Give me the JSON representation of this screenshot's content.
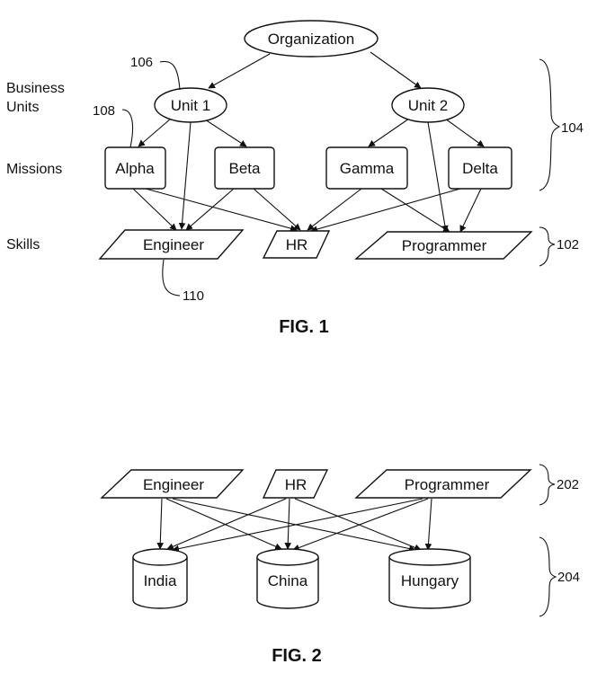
{
  "fig1": {
    "caption": "FIG. 1",
    "row_labels": {
      "business_units_1": "Business",
      "business_units_2": "Units",
      "missions": "Missions",
      "skills": "Skills"
    },
    "nodes": {
      "organization": "Organization",
      "unit1": "Unit 1",
      "unit2": "Unit 2",
      "alpha": "Alpha",
      "beta": "Beta",
      "gamma": "Gamma",
      "delta": "Delta",
      "engineer": "Engineer",
      "hr": "HR",
      "programmer": "Programmer"
    },
    "refs": {
      "r106": "106",
      "r108": "108",
      "r110": "110",
      "r104": "104",
      "r102": "102"
    }
  },
  "fig2": {
    "caption": "FIG. 2",
    "nodes": {
      "engineer": "Engineer",
      "hr": "HR",
      "programmer": "Programmer",
      "india": "India",
      "china": "China",
      "hungary": "Hungary"
    },
    "refs": {
      "r202": "202",
      "r204": "204"
    }
  }
}
